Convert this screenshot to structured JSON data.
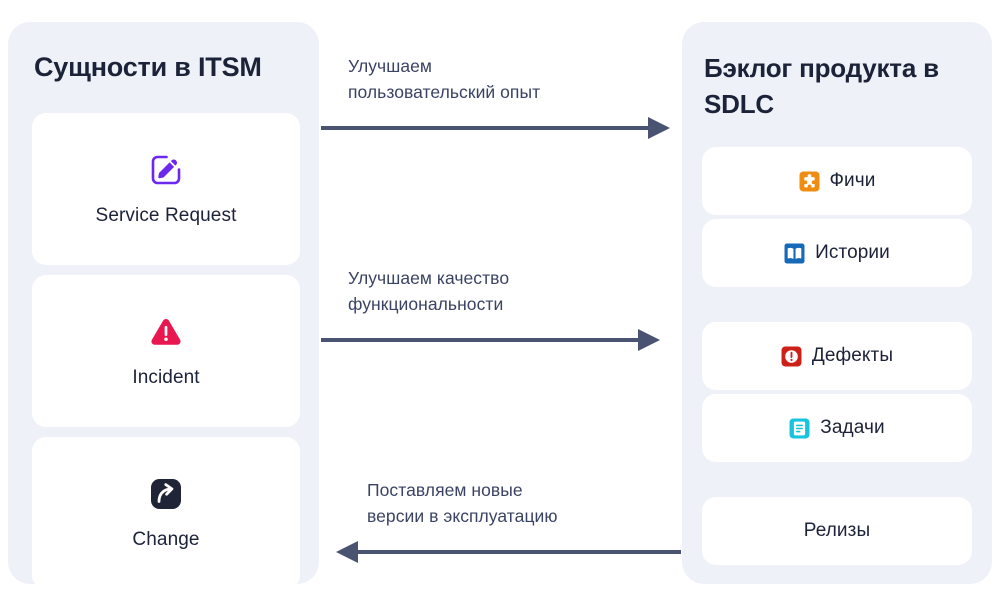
{
  "colors": {
    "panel_bg": "#eef1f7",
    "card_bg": "#ffffff",
    "title_text": "#1c2238",
    "label_text": "#1c2238",
    "arrow": "#4a5372",
    "arrow_label_text": "#3a4363",
    "service_request_icon": "#6d28ef",
    "incident_icon": "#e8174f",
    "change_icon": "#1f2437",
    "features_icon": "#ef8c12",
    "stories_icon": "#1668b9",
    "defects_icon": "#cc2018",
    "tasks_icon": "#17c4dd"
  },
  "left_panel": {
    "title": "Сущности в ITSM",
    "cards": [
      {
        "label": "Service Request",
        "icon": "pencil-square-icon"
      },
      {
        "label": "Incident",
        "icon": "warning-triangle-icon"
      },
      {
        "label": "Change",
        "icon": "curved-arrow-icon"
      }
    ]
  },
  "right_panel": {
    "title": "Бэклог продукта в SDLC",
    "cards": [
      {
        "label": "Фичи",
        "icon": "puzzle-piece-icon"
      },
      {
        "label": "Истории",
        "icon": "open-book-icon"
      },
      {
        "label": "Дефекты",
        "icon": "exclamation-badge-icon"
      },
      {
        "label": "Задачи",
        "icon": "task-list-icon"
      },
      {
        "label": "Релизы",
        "icon": "none"
      }
    ]
  },
  "arrows": [
    {
      "label": "Улучшаем\nпользовательский опыт",
      "direction": "right"
    },
    {
      "label": "Улучшаем качество\nфункциональности",
      "direction": "right"
    },
    {
      "label": "Поставляем новые\nверсии в эксплуатацию",
      "direction": "left"
    }
  ]
}
